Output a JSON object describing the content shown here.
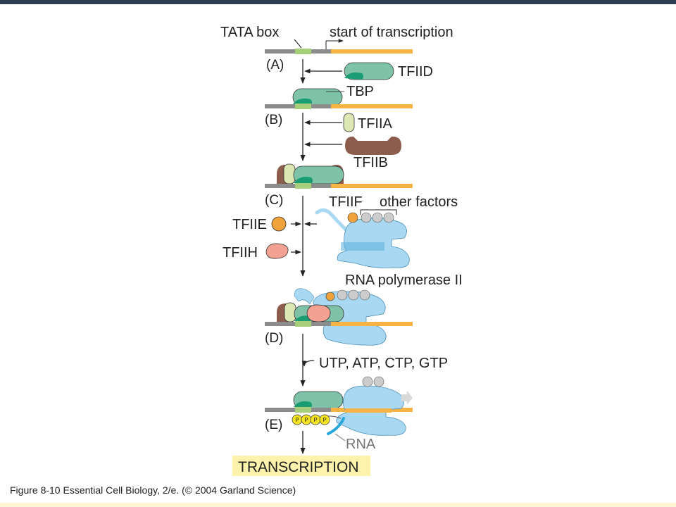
{
  "colors": {
    "top_bar": "#2f3d54",
    "bottom_bar": "#fdf6d4",
    "dna_gray": "#8c8c8c",
    "dna_orange": "#f7b343",
    "tata_green": "#a7cf7b",
    "tfiid": "#7ec3a8",
    "tbp": "#1b9d73",
    "tfiia": "#dde7b4",
    "tfiib": "#8c5d4c",
    "tfiie": "#f2a23a",
    "tfiih": "#f3a192",
    "polymerase": "#a9d8f2",
    "factor_gray": "#cccccc",
    "rna": "#29a6d9",
    "phosphate": "#f5e422",
    "highlight": "#fdf3ad"
  },
  "labels": {
    "tata_box": "TATA box",
    "start_of_transcription": "start of transcription",
    "panel_a": "(A)",
    "panel_b": "(B)",
    "panel_c": "(C)",
    "panel_d": "(D)",
    "panel_e": "(E)",
    "tfiid": "TFIID",
    "tbp": "TBP",
    "tfiia": "TFIIA",
    "tfiib": "TFIIB",
    "tfiif": "TFIIF",
    "other_factors": "other factors",
    "tfiie": "TFIIE",
    "tfiih": "TFIIH",
    "rna_polymerase_ii": "RNA polymerase II",
    "nucleotides": "UTP, ATP, CTP, GTP",
    "phosphate_mark": "P",
    "rna": "RNA",
    "transcription": "TRANSCRIPTION"
  },
  "caption": "Figure 8-10   Essential Cell Biology, 2/e. (© 2004 Garland Science)"
}
